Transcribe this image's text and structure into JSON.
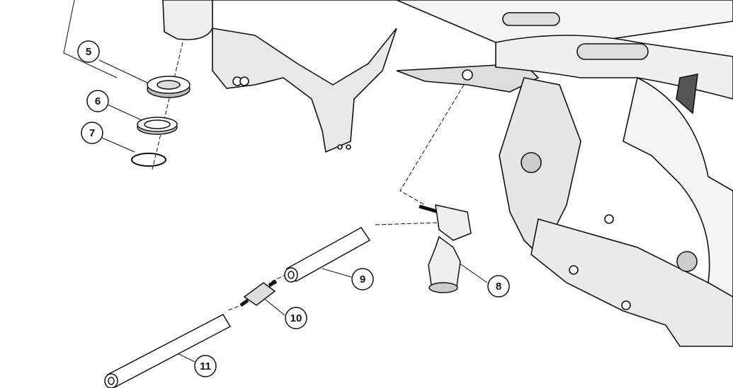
{
  "diagram": {
    "callouts": [
      {
        "id": "5",
        "label": "5"
      },
      {
        "id": "6",
        "label": "6"
      },
      {
        "id": "7",
        "label": "7"
      },
      {
        "id": "8",
        "label": "8"
      },
      {
        "id": "9",
        "label": "9"
      },
      {
        "id": "10",
        "label": "10"
      },
      {
        "id": "11",
        "label": "11"
      }
    ],
    "colors": {
      "line": "#111111",
      "shade": "#cfcfcf",
      "dark": "#555555"
    }
  }
}
